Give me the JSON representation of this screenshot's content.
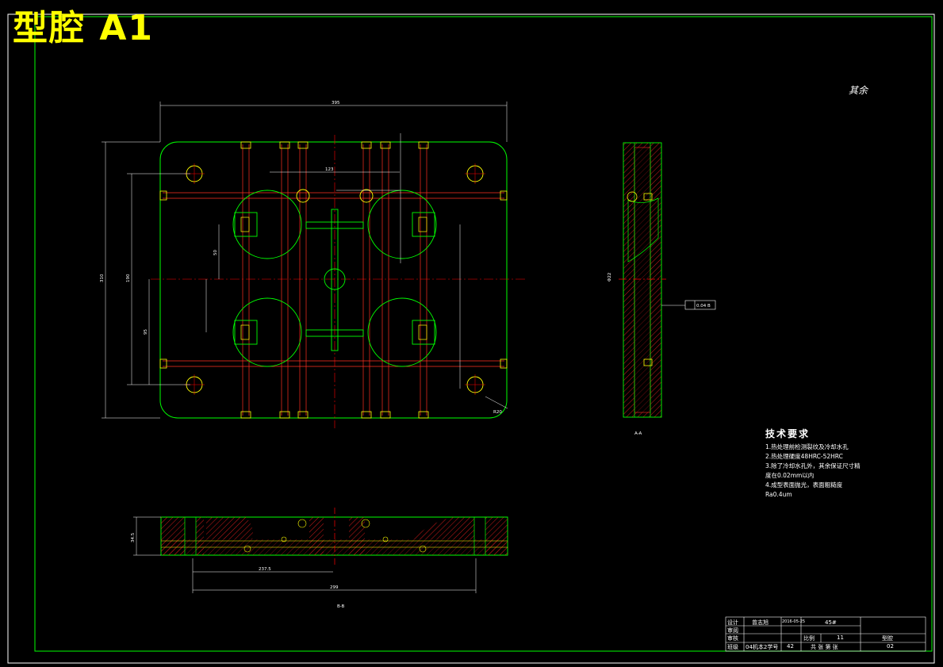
{
  "banner": {
    "title": "型腔 A1"
  },
  "surface_note": "其余",
  "section_labels": {
    "side_view": "A-A",
    "bottom_view": "B-B"
  },
  "dimensions": {
    "top_width": "395",
    "left_height": "310",
    "inner_height": "190",
    "lower_height": "95",
    "mid_span": "123",
    "offset_50": "50",
    "bottom_total": "299",
    "bottom_partial": "237.5",
    "bottom_thick": "34.5",
    "radius": "R20",
    "side_dim": "Φ22",
    "flatness": "0.04 B"
  },
  "tech_requirements": {
    "title": "技术要求",
    "items": [
      "1.热处理前检测裂纹及冷却水孔",
      "2.热处理硬度48HRC-52HRC",
      "3.除了冷却水孔外，其余保证尺寸精",
      "度在0.02mm以内",
      "4.成型表面抛光，表面粗糙度",
      "Ra0.4um"
    ]
  },
  "title_block": {
    "design_label": "设计",
    "design_name": "曾志旭",
    "design_date": "2016-05-25",
    "check_label": "审阅",
    "review_label": "审核",
    "class_label": "班级",
    "class_value": "04机本2学号",
    "class_no": "42",
    "material": "45#",
    "scale_label": "比例",
    "scale_value": "11",
    "part_name": "型腔",
    "sheet_label": "共  张 第  张",
    "sheet_no": "02"
  },
  "colors": {
    "frame": "#00ff00",
    "hidden": "#ff0000",
    "holes": "#ffff00",
    "dims": "#ffffff",
    "hatch": "#ff0000"
  }
}
